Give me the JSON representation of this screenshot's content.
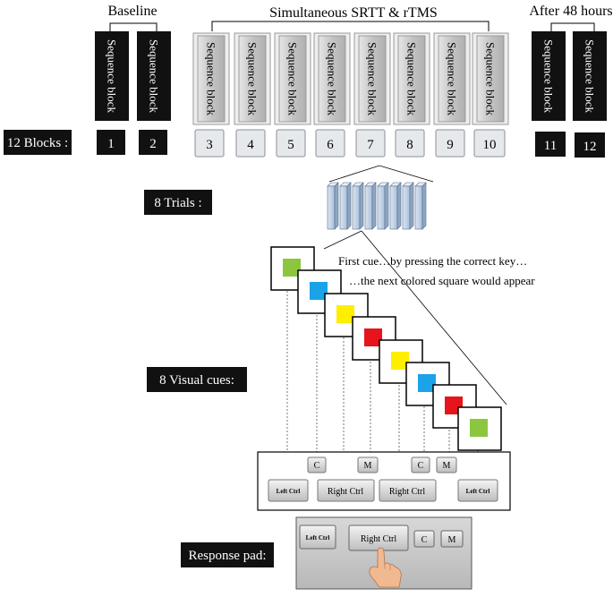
{
  "header": {
    "baseline": "Baseline",
    "simultaneous": "Simultaneous SRTT & rTMS",
    "after": "After 48 hours"
  },
  "block_label": "Sequence block",
  "block_numbers": [
    "1",
    "2",
    "3",
    "4",
    "5",
    "6",
    "7",
    "8",
    "9",
    "10",
    "11",
    "12"
  ],
  "tags": {
    "blocks": "12 Blocks :",
    "trials": "8 Trials :",
    "visual_cues": "8 Visual cues:",
    "response_pad": "Response pad:"
  },
  "captions": {
    "first_cue": "First cue…by  pressing the correct key…",
    "next": "…the next colored square would appear"
  },
  "cues": {
    "colors": [
      "#8cc63f",
      "#1aa3e8",
      "#ffee00",
      "#e8141b",
      "#ffee00",
      "#1aa3e8",
      "#e8141b",
      "#8cc63f"
    ]
  },
  "sequence_keys": {
    "upper": [
      "C",
      "M",
      "C",
      "M"
    ],
    "lower": [
      "Left Ctrl",
      "Right Ctrl",
      "Right Ctrl",
      "Left Ctrl"
    ]
  },
  "response_pad_keys": [
    "Left Ctrl",
    "Right Ctrl",
    "C",
    "M"
  ],
  "colors": {
    "dark_block": "#111111",
    "light_block": "#d0d0d0",
    "pad_bg": "#c8c8c8"
  }
}
